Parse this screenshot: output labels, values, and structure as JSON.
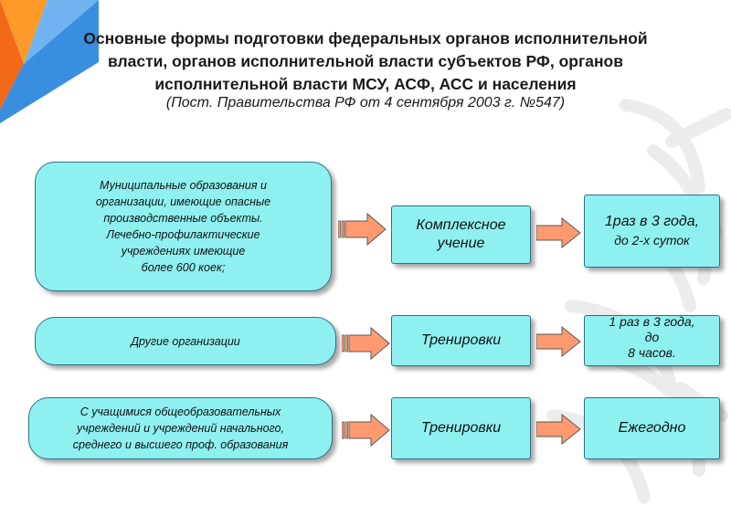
{
  "title": {
    "line1": "Основные формы подготовки федеральных органов исполнительной",
    "line2": "власти, органов исполнительной власти субъектов РФ, органов",
    "line3": "исполнительной власти МСУ, АСФ,  АСС и населения",
    "subtitle": "(Пост. Правительства РФ от 4 сентября 2003 г. №547)"
  },
  "rows": [
    {
      "category_lines": [
        "Муниципальные образования и",
        "организации, имеющие опасные",
        "производственные объекты.",
        "Лечебно-профилактические",
        "учреждениях имеющие",
        "более 600 коек;"
      ],
      "training_lines": [
        "Комплексное",
        "учение"
      ],
      "frequency_lines": [
        "1раз в 3 года,",
        "до 2-х суток"
      ]
    },
    {
      "category_lines": [
        "Другие организации"
      ],
      "training_lines": [
        "Тренировки"
      ],
      "frequency_lines": [
        "1 раз в 3 года,",
        "до",
        "8 часов."
      ]
    },
    {
      "category_lines": [
        "С учащимися общеобразовательных",
        "учреждений и учреждений начального,",
        "среднего и высшего проф. образования"
      ],
      "training_lines": [
        "Тренировки"
      ],
      "frequency_lines": [
        "Ежегодно"
      ]
    }
  ],
  "colors": {
    "box_fill": "#8ff0f0",
    "box_border": "#2d6f88",
    "arrow_fill": "#ff9a70",
    "corner_blue": "#3a8ee0",
    "corner_orange": "#ff9a2a"
  }
}
